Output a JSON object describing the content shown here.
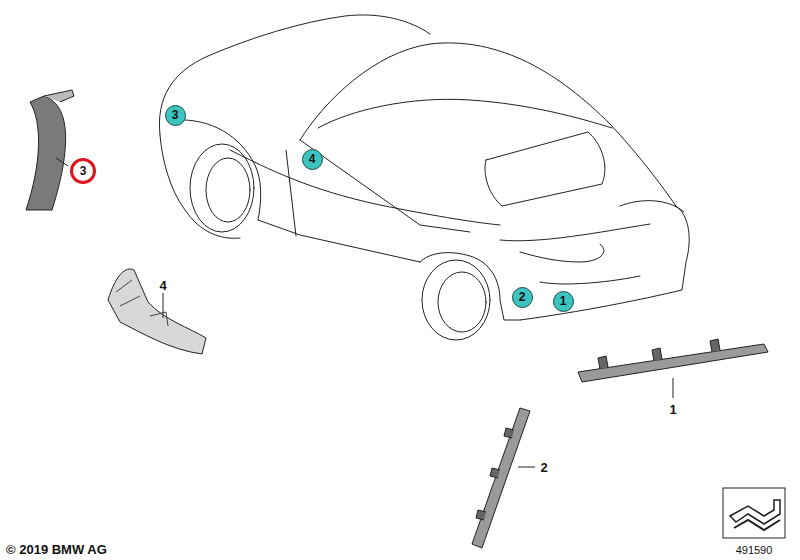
{
  "diagram": {
    "nodes": [
      {
        "text": [
          "3"
        ]
      },
      {
        "text": [
          "4"
        ]
      },
      {
        "text": [
          "3"
        ]
      },
      {
        "text": [
          "2"
        ]
      },
      {
        "text": [
          "1"
        ]
      }
    ],
    "labels": [
      "4",
      "1",
      "2",
      "© 2019 BMW AG",
      "491590"
    ]
  }
}
